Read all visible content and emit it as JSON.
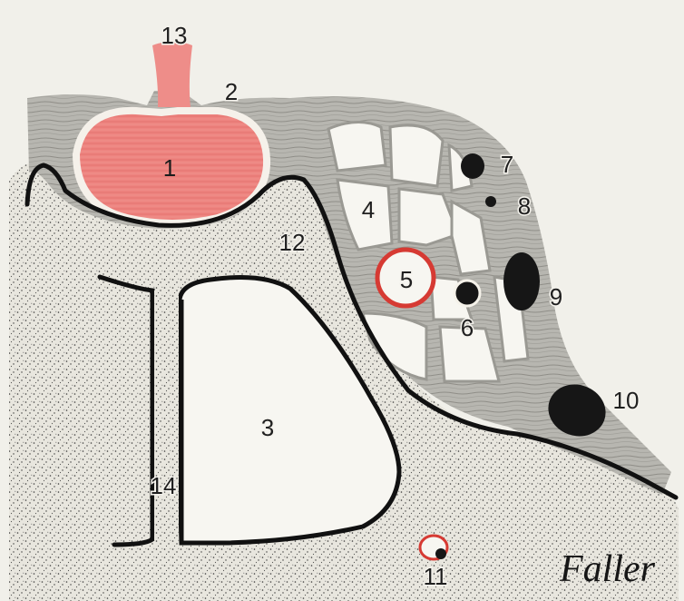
{
  "labels": {
    "l1": "1",
    "l2": "2",
    "l3": "3",
    "l4": "4",
    "l5": "5",
    "l6": "6",
    "l7": "7",
    "l8": "8",
    "l9": "9",
    "l10": "10",
    "l11": "11",
    "l12": "12",
    "l13": "13",
    "l14": "14"
  },
  "credit": "Faller",
  "colors": {
    "paper": "#f1f0ea",
    "connective_tissue": "#b8b8b2",
    "stippled_bone": "#e6e4dc",
    "red_vessel": "#ec7f7a",
    "red_outline": "#d63a33",
    "dark_structure": "#161616"
  }
}
